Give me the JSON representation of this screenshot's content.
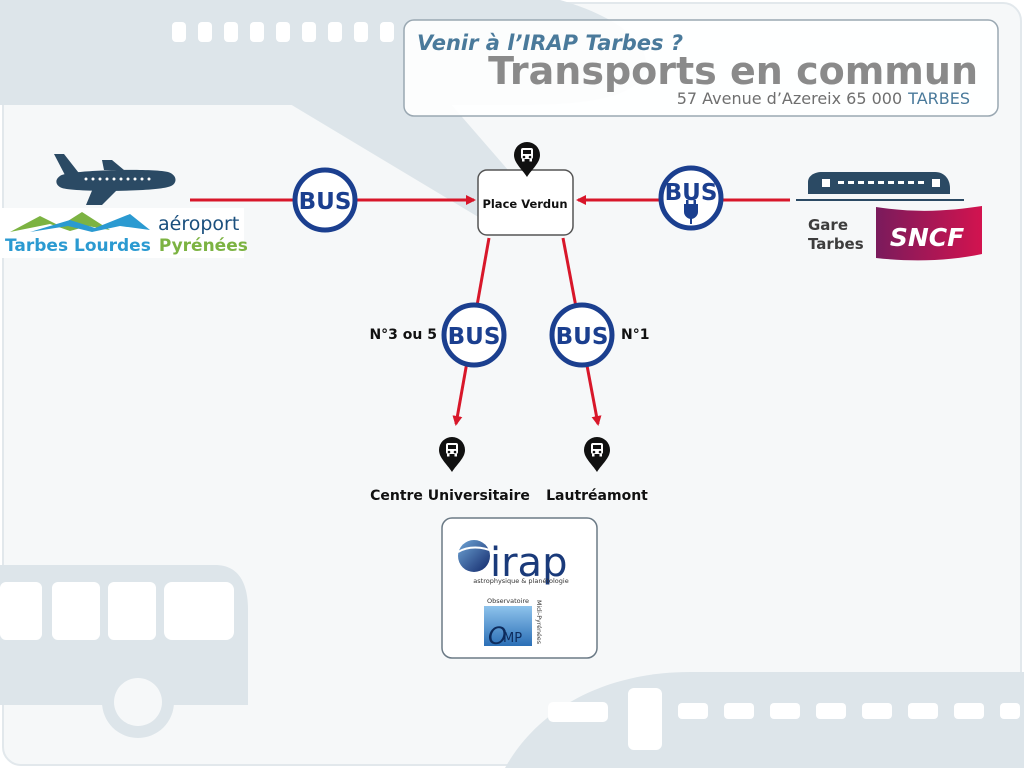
{
  "header": {
    "question": "Venir à l’IRAP Tarbes ?",
    "title": "Transports en commun",
    "address": "57 Avenue d’Azereix 65 000",
    "city": "TARBES"
  },
  "airport": {
    "brand_word": "aéroport",
    "line_left": "Tarbes Lourdes",
    "line_right": "Pyrénées"
  },
  "station": {
    "label_line1": "Gare",
    "label_line2": "Tarbes",
    "logo_text": "SNCF"
  },
  "hub": {
    "label": "Place Verdun"
  },
  "bus": {
    "label": "BUS",
    "line_left": "N°3 ou 5",
    "line_right": "N°1"
  },
  "stops": {
    "left": "Centre Universitaire",
    "right": "Lautréamont"
  },
  "irap": {
    "logo_text": "irap",
    "tagline": "astrophysique & planétologie",
    "omp_top": "Observatoire",
    "omp_side": "Midi-Pyrénées",
    "omp_letter": "O",
    "omp_mp": "MP"
  },
  "colors": {
    "accent_blue": "#4a7a9b",
    "bus_blue": "#1b3f8f",
    "arrow_red": "#d8172a",
    "title_gray": "#8a8a8a",
    "sncf_start": "#7a1b5c",
    "sncf_end": "#d2134f",
    "background_silhouette": "#dde5ea"
  }
}
